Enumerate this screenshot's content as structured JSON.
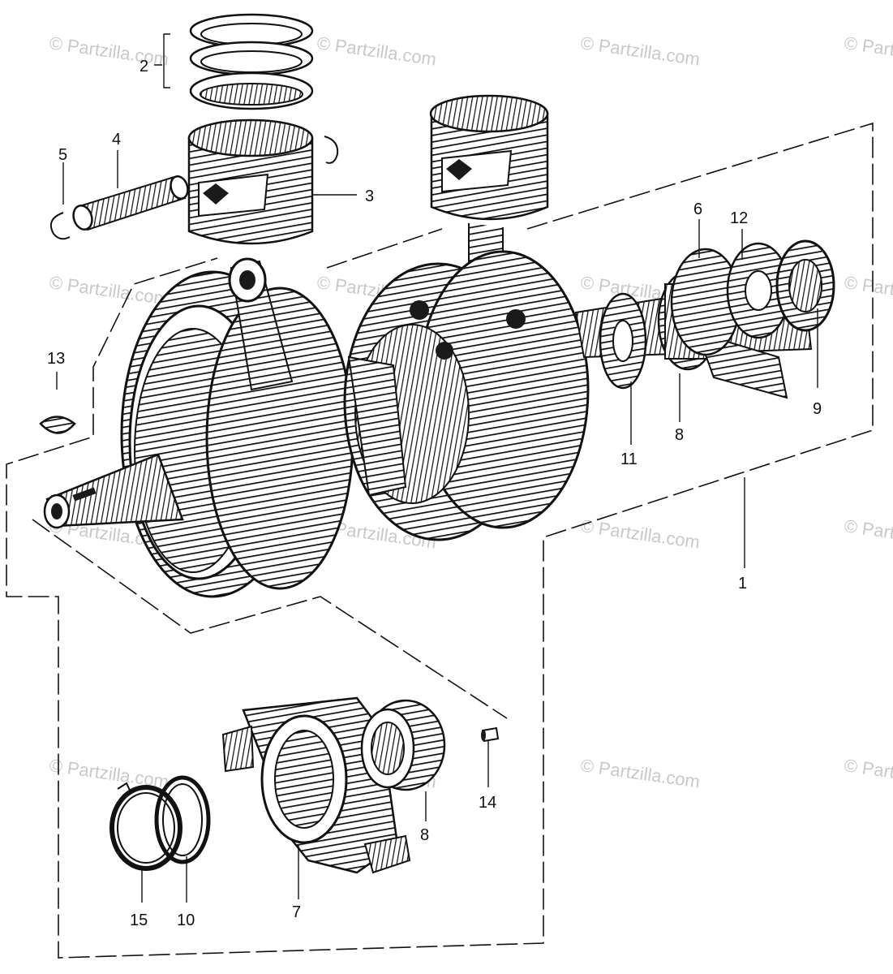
{
  "watermark": "© Partzilla.com",
  "callouts": [
    "1",
    "2",
    "3",
    "4",
    "5",
    "6",
    "7",
    "8",
    "8",
    "9",
    "10",
    "11",
    "12",
    "13",
    "14",
    "15"
  ],
  "colors": {
    "ink": "#111111",
    "watermark": "#c9c9c9",
    "paper": "#ffffff"
  }
}
